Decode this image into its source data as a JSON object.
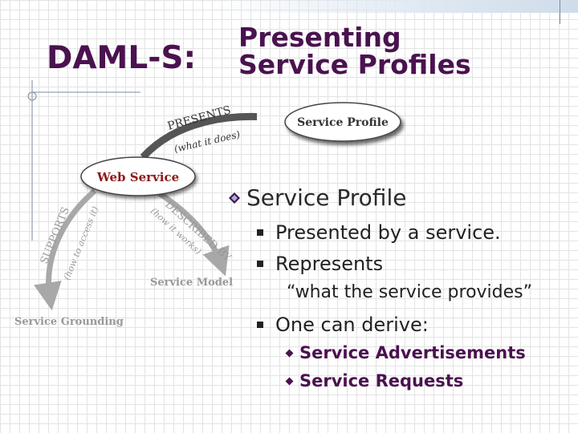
{
  "slide": {
    "title_main": "DAML-S:",
    "title_sub": [
      "Presenting",
      "Service Profiles"
    ]
  },
  "diagram": {
    "nodes": {
      "web_service": "Web Service",
      "service_profile": "Service Profile",
      "service_model": "Service Model",
      "service_grounding": "Service Grounding"
    },
    "arrows": {
      "presents": "PRESENTS",
      "presents_note": "(what it does)",
      "described_by": "DESCRIBED BY",
      "described_note": "(how it works)",
      "supports": "SUPPORTS",
      "supports_note": "(how to access it)"
    }
  },
  "bullets": {
    "main": "Service Profile",
    "items": [
      "Presented by a service.",
      "Represents",
      "“what the service provides”",
      "One can derive:"
    ],
    "sub_items": [
      "Service Advertisements",
      "Service Requests"
    ]
  },
  "colors": {
    "title": "#4a124f",
    "web_service_text": "#8b1a1a",
    "arrow": "#555555",
    "muted": "#9a9a9a"
  }
}
